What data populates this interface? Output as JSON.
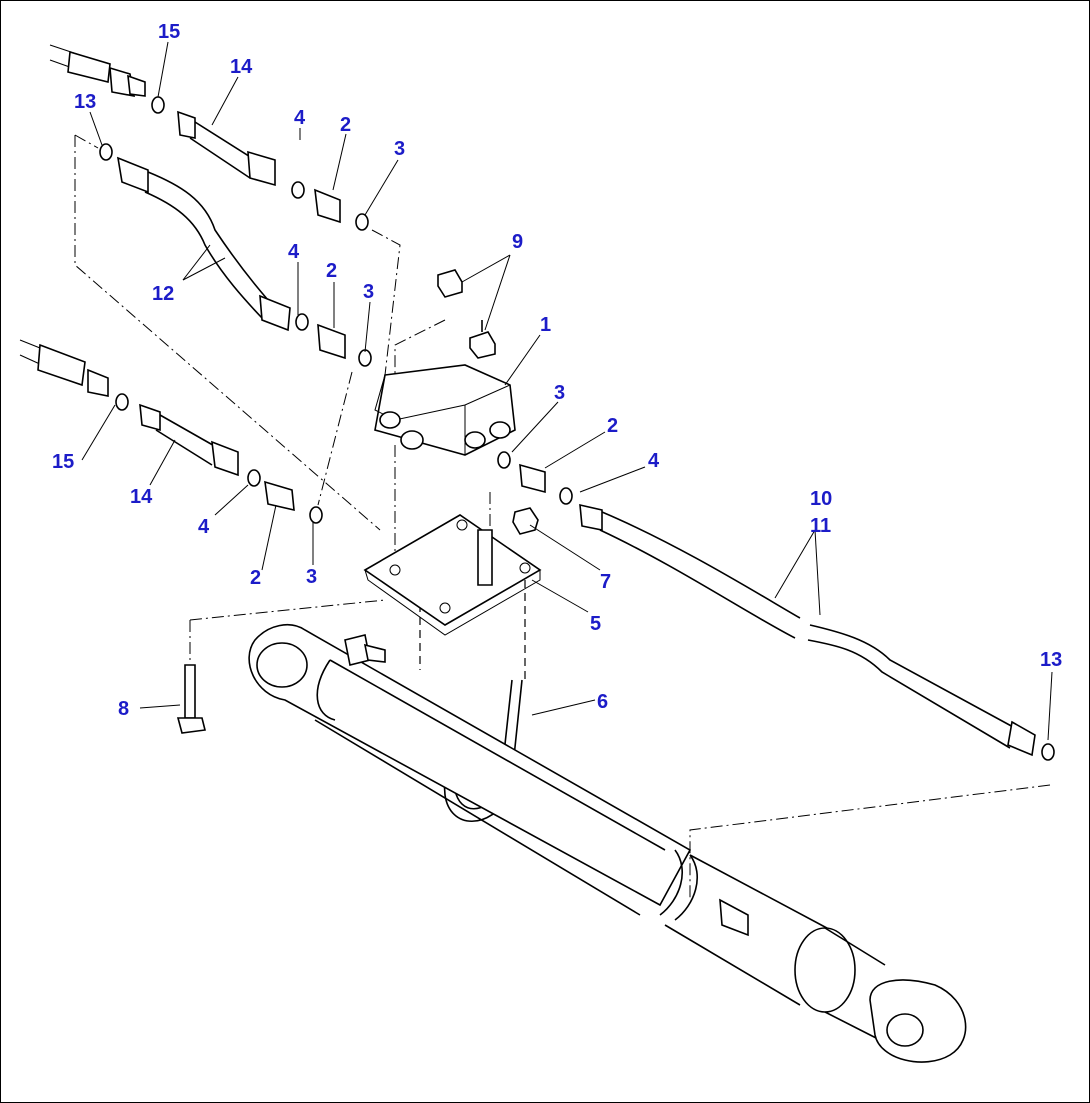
{
  "diagram": {
    "type": "exploded-parts-diagram",
    "colors": {
      "callout": "#1c1cc8",
      "line": "#000000",
      "background": "#ffffff"
    },
    "callouts": [
      "15",
      "14",
      "13",
      "4",
      "2",
      "3",
      "9",
      "12",
      "4",
      "2",
      "3",
      "1",
      "3",
      "2",
      "15",
      "14",
      "4",
      "2",
      "3",
      "4",
      "10",
      "11",
      "7",
      "5",
      "6",
      "8",
      "13"
    ]
  }
}
